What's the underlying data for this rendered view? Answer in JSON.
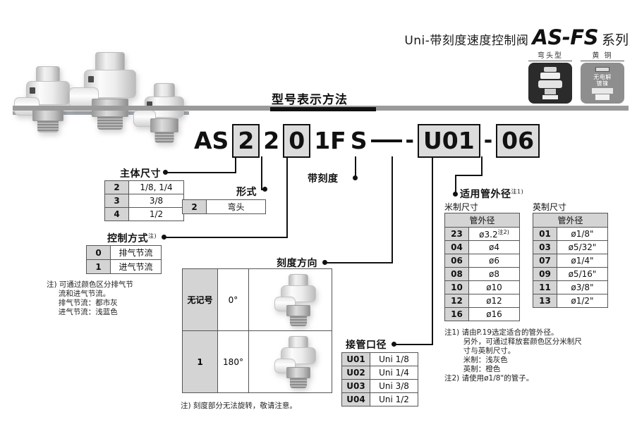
{
  "header": {
    "title_cn": "Uni-带刻度速度控制阀",
    "title_code": "AS-FS",
    "title_series": "系列"
  },
  "icons": [
    {
      "caption": "弯头型",
      "name": "elbow-type-icon",
      "style": "dark",
      "label": ""
    },
    {
      "caption": "黄 铜",
      "name": "brass-icon",
      "style": "grey",
      "label": "无电解\n镀镍"
    }
  ],
  "section": {
    "title": "型号表示方法"
  },
  "model_code": {
    "prefix": "AS",
    "parts": [
      {
        "text": "2",
        "boxed": true
      },
      {
        "text": "2",
        "boxed": false
      },
      {
        "text": "0",
        "boxed": true
      },
      {
        "text": "1F",
        "boxed": false
      },
      {
        "text": "S",
        "boxed": false
      },
      {
        "text": "",
        "boxed": true,
        "blank": true
      },
      {
        "text": "-",
        "dash": true
      },
      {
        "text": "U01",
        "boxed": true
      },
      {
        "text": "-",
        "dash": true
      },
      {
        "text": "06",
        "boxed": true
      }
    ]
  },
  "body_size": {
    "label": "主体尺寸",
    "rows": [
      {
        "code": "2",
        "value": "1/8, 1/4"
      },
      {
        "code": "3",
        "value": "3/8"
      },
      {
        "code": "4",
        "value": "1/2"
      }
    ]
  },
  "type": {
    "label": "形式",
    "rows": [
      {
        "code": "2",
        "value": "弯头"
      }
    ]
  },
  "control_method": {
    "label": "控制方式",
    "label_sup": "注)",
    "rows": [
      {
        "code": "0",
        "value": "排气节流"
      },
      {
        "code": "1",
        "value": "进气节流"
      }
    ],
    "note": "注) 可通过颜色区分排气节\n     流和进气节流。\n     排气节流：都市灰\n     进气节流：浅蓝色"
  },
  "with_scale": {
    "label": "带刻度"
  },
  "scale_direction": {
    "label": "刻度方向",
    "rows": [
      {
        "code": "无记号",
        "value": "0°"
      },
      {
        "code": "1",
        "value": "180°"
      }
    ],
    "note": "注) 刻度部分无法旋转，敬请注意。"
  },
  "port_size": {
    "label": "接管口径",
    "rows": [
      {
        "code": "U01",
        "value": "Uni 1/8"
      },
      {
        "code": "U02",
        "value": "Uni 1/4"
      },
      {
        "code": "U03",
        "value": "Uni 3/8"
      },
      {
        "code": "U04",
        "value": "Uni 1/2"
      }
    ]
  },
  "tube_od": {
    "label": "适用管外径",
    "label_sup": "注1)",
    "metric_title": "米制尺寸",
    "imperial_title": "英制尺寸",
    "column_header": "管外径",
    "metric_rows": [
      {
        "code": "23",
        "value": "ø3.2",
        "sup": "注2)"
      },
      {
        "code": "04",
        "value": "ø4",
        "sup": ""
      },
      {
        "code": "06",
        "value": "ø6",
        "sup": ""
      },
      {
        "code": "08",
        "value": "ø8",
        "sup": ""
      },
      {
        "code": "10",
        "value": "ø10",
        "sup": ""
      },
      {
        "code": "12",
        "value": "ø12",
        "sup": ""
      },
      {
        "code": "16",
        "value": "ø16",
        "sup": ""
      }
    ],
    "imperial_rows": [
      {
        "code": "01",
        "value": "ø1/8\""
      },
      {
        "code": "03",
        "value": "ø5/32\""
      },
      {
        "code": "07",
        "value": "ø1/4\""
      },
      {
        "code": "09",
        "value": "ø5/16\""
      },
      {
        "code": "11",
        "value": "ø3/8\""
      },
      {
        "code": "13",
        "value": "ø1/2\""
      }
    ],
    "notes": "注1) 请由P.19选定适合的管外径。\n        另外，可通过释放套颜色区分米制尺\n        寸与英制尺寸。\n        米制：浅灰色\n        英制：橙色\n注2) 请使用ø1/8\"的管子。"
  },
  "colors": {
    "band": "#9a9a9a",
    "key_cell": "#d4d4d4",
    "line": "#111111"
  }
}
